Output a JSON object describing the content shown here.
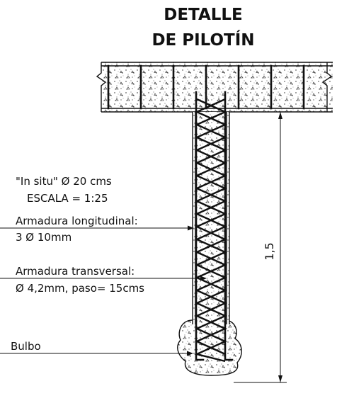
{
  "title": {
    "line1": "DETALLE",
    "line2": "DE PILOTÍN"
  },
  "annotations": {
    "in_situ": "\"In situ\" Ø 20 cms",
    "scale": "ESCALA = 1:25",
    "long_reinf_label": "Armadura longitudinal:",
    "long_reinf_value": "3 Ø 10mm",
    "trans_reinf_label": "Armadura transversal:",
    "trans_reinf_value": "Ø 4,2mm, paso= 15cms",
    "bulb": "Bulbo"
  },
  "dimension": {
    "height_value": "1,5"
  }
}
